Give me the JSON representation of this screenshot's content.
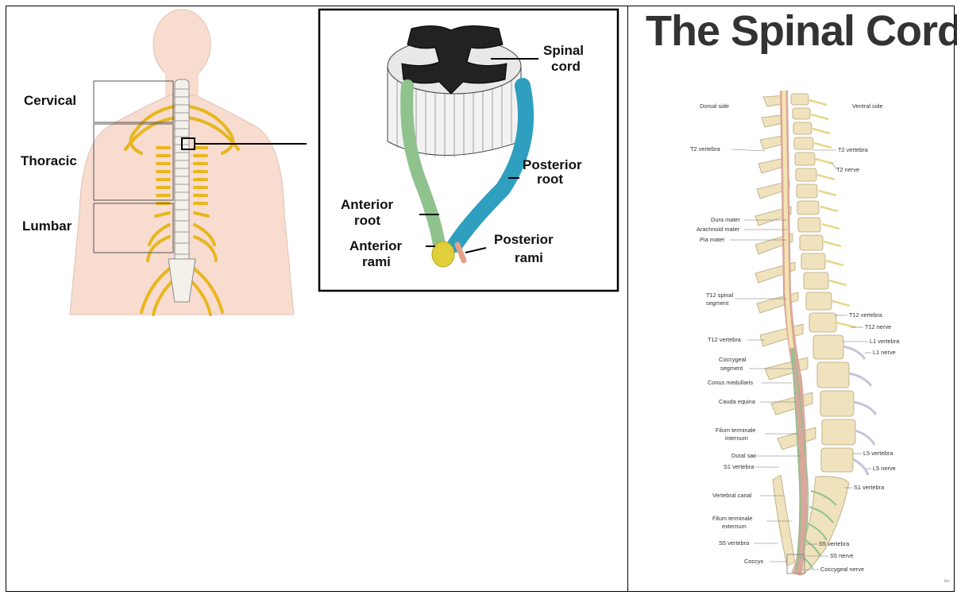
{
  "left_body": {
    "labels": [
      "Cervical",
      "Thoracic",
      "Lumbar"
    ]
  },
  "cross_section": {
    "labels": {
      "spinal_cord_1": "Spinal",
      "spinal_cord_2": "cord",
      "posterior_root_1": "Posterior",
      "posterior_root_2": "root",
      "anterior_root_1": "Anterior",
      "anterior_root_2": "root",
      "anterior_rami_1": "Anterior",
      "anterior_rami_2": "rami",
      "posterior_rami_1": "Posterior",
      "posterior_rami_2": "rami"
    }
  },
  "right_panel": {
    "title": "The Spinal Cord",
    "header_left": "Dorsal side",
    "header_right": "Ventral side",
    "left_labels": [
      "T2 vertebra",
      "Dura mater",
      "Arachnoid mater",
      "Pia mater",
      "T12 spinal",
      "segment",
      "T12 vertebra",
      "Coccygeal",
      "segment",
      "Conus medullaris",
      "Cauda equina",
      "Filum terminale",
      "internum",
      "Dural sac",
      "S1 vertebra",
      "Vertebral canal",
      "Filum terminale",
      "externum",
      "S5 vertebra",
      "Coccyx"
    ],
    "right_labels": [
      "T2 vertebra",
      "T2 nerve",
      "T12 vertebra",
      "T12 nerve",
      "L1 vertebra",
      "L1 nerve",
      "L5 vertebra",
      "L5 nerve",
      "S1 vertebra",
      "S5 vertebra",
      "S5 nerve",
      "Coccygeal nerve"
    ],
    "corner_mark": "km"
  },
  "colors": {
    "skin": "#f7dccf",
    "bone": "#f4f1ea",
    "nerve": "#e8b61e",
    "anterior_root": "#8fc28c",
    "posterior_root": "#2f9fbf",
    "rami_yellow": "#e0cf3a",
    "vertebra_tan": "#efe2bd",
    "cord_pink": "#e3b0a8"
  }
}
